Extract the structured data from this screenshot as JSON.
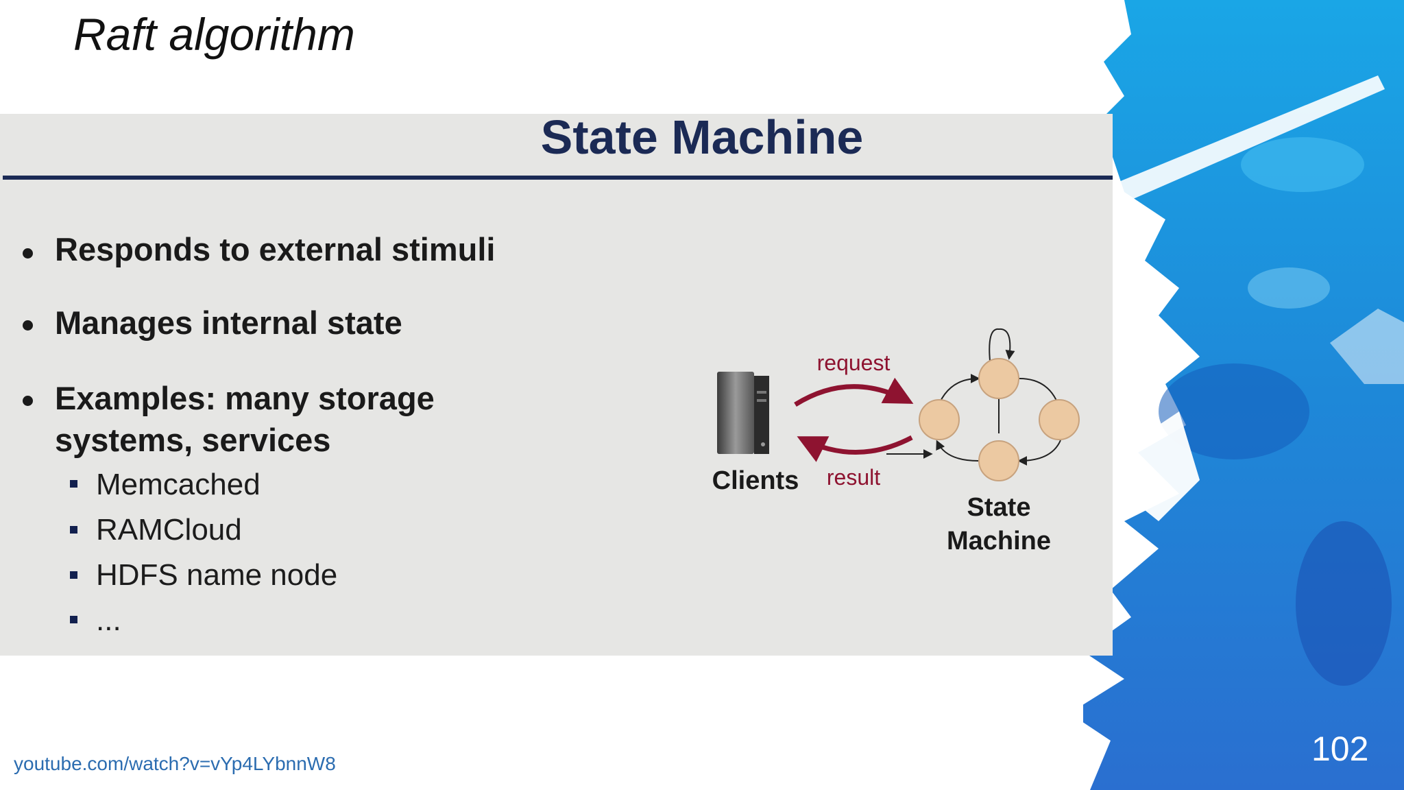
{
  "deck": {
    "title": "Raft algorithm",
    "page_number": "102",
    "source_url": "youtube.com/watch?v=vYp4LYbnnW8"
  },
  "slide": {
    "heading": "State Machine",
    "bullets": [
      {
        "text": "Responds to external stimuli"
      },
      {
        "text": "Manages internal state"
      },
      {
        "line1": "Examples: many storage",
        "line2": "systems, services"
      }
    ],
    "sub_bullets": [
      "Memcached",
      "RAMCloud",
      "HDFS name node",
      "..."
    ]
  },
  "diagram": {
    "clients_label": "Clients",
    "request_label": "request",
    "result_label": "result",
    "machine_label_line1": "State",
    "machine_label_line2": "Machine",
    "icons": [
      "server-icon",
      "state-node-icon"
    ],
    "colors": {
      "arrow": "#8e1330",
      "node_fill": "#ecc9a2",
      "label_red": "#8e1330",
      "heading": "#1b2a55"
    }
  }
}
